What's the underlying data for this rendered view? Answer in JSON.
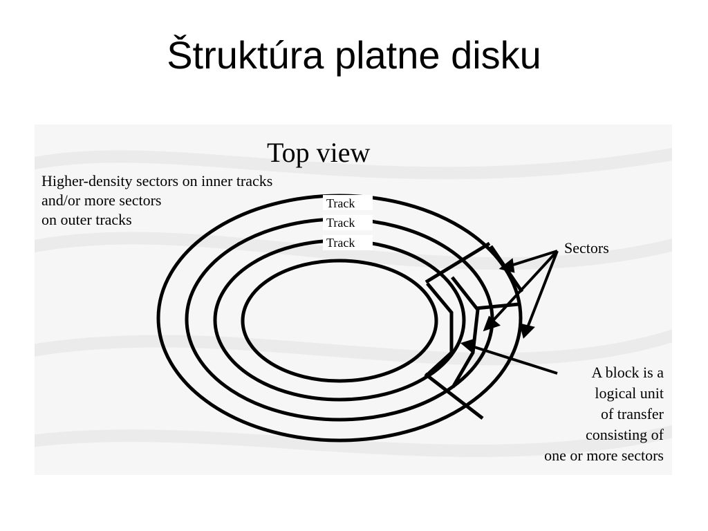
{
  "slide": {
    "title": "Štruktúra platne disku"
  },
  "diagram": {
    "heading": "Top view",
    "density_note": [
      "Higher-density sectors on inner tracks",
      "and/or more sectors",
      "on outer tracks"
    ],
    "track_labels": [
      "Track",
      "Track",
      "Track"
    ],
    "sectors_label": "Sectors",
    "block_note": [
      "A block is a",
      "logical unit",
      "of transfer",
      "consisting of",
      "one or more sectors"
    ]
  }
}
